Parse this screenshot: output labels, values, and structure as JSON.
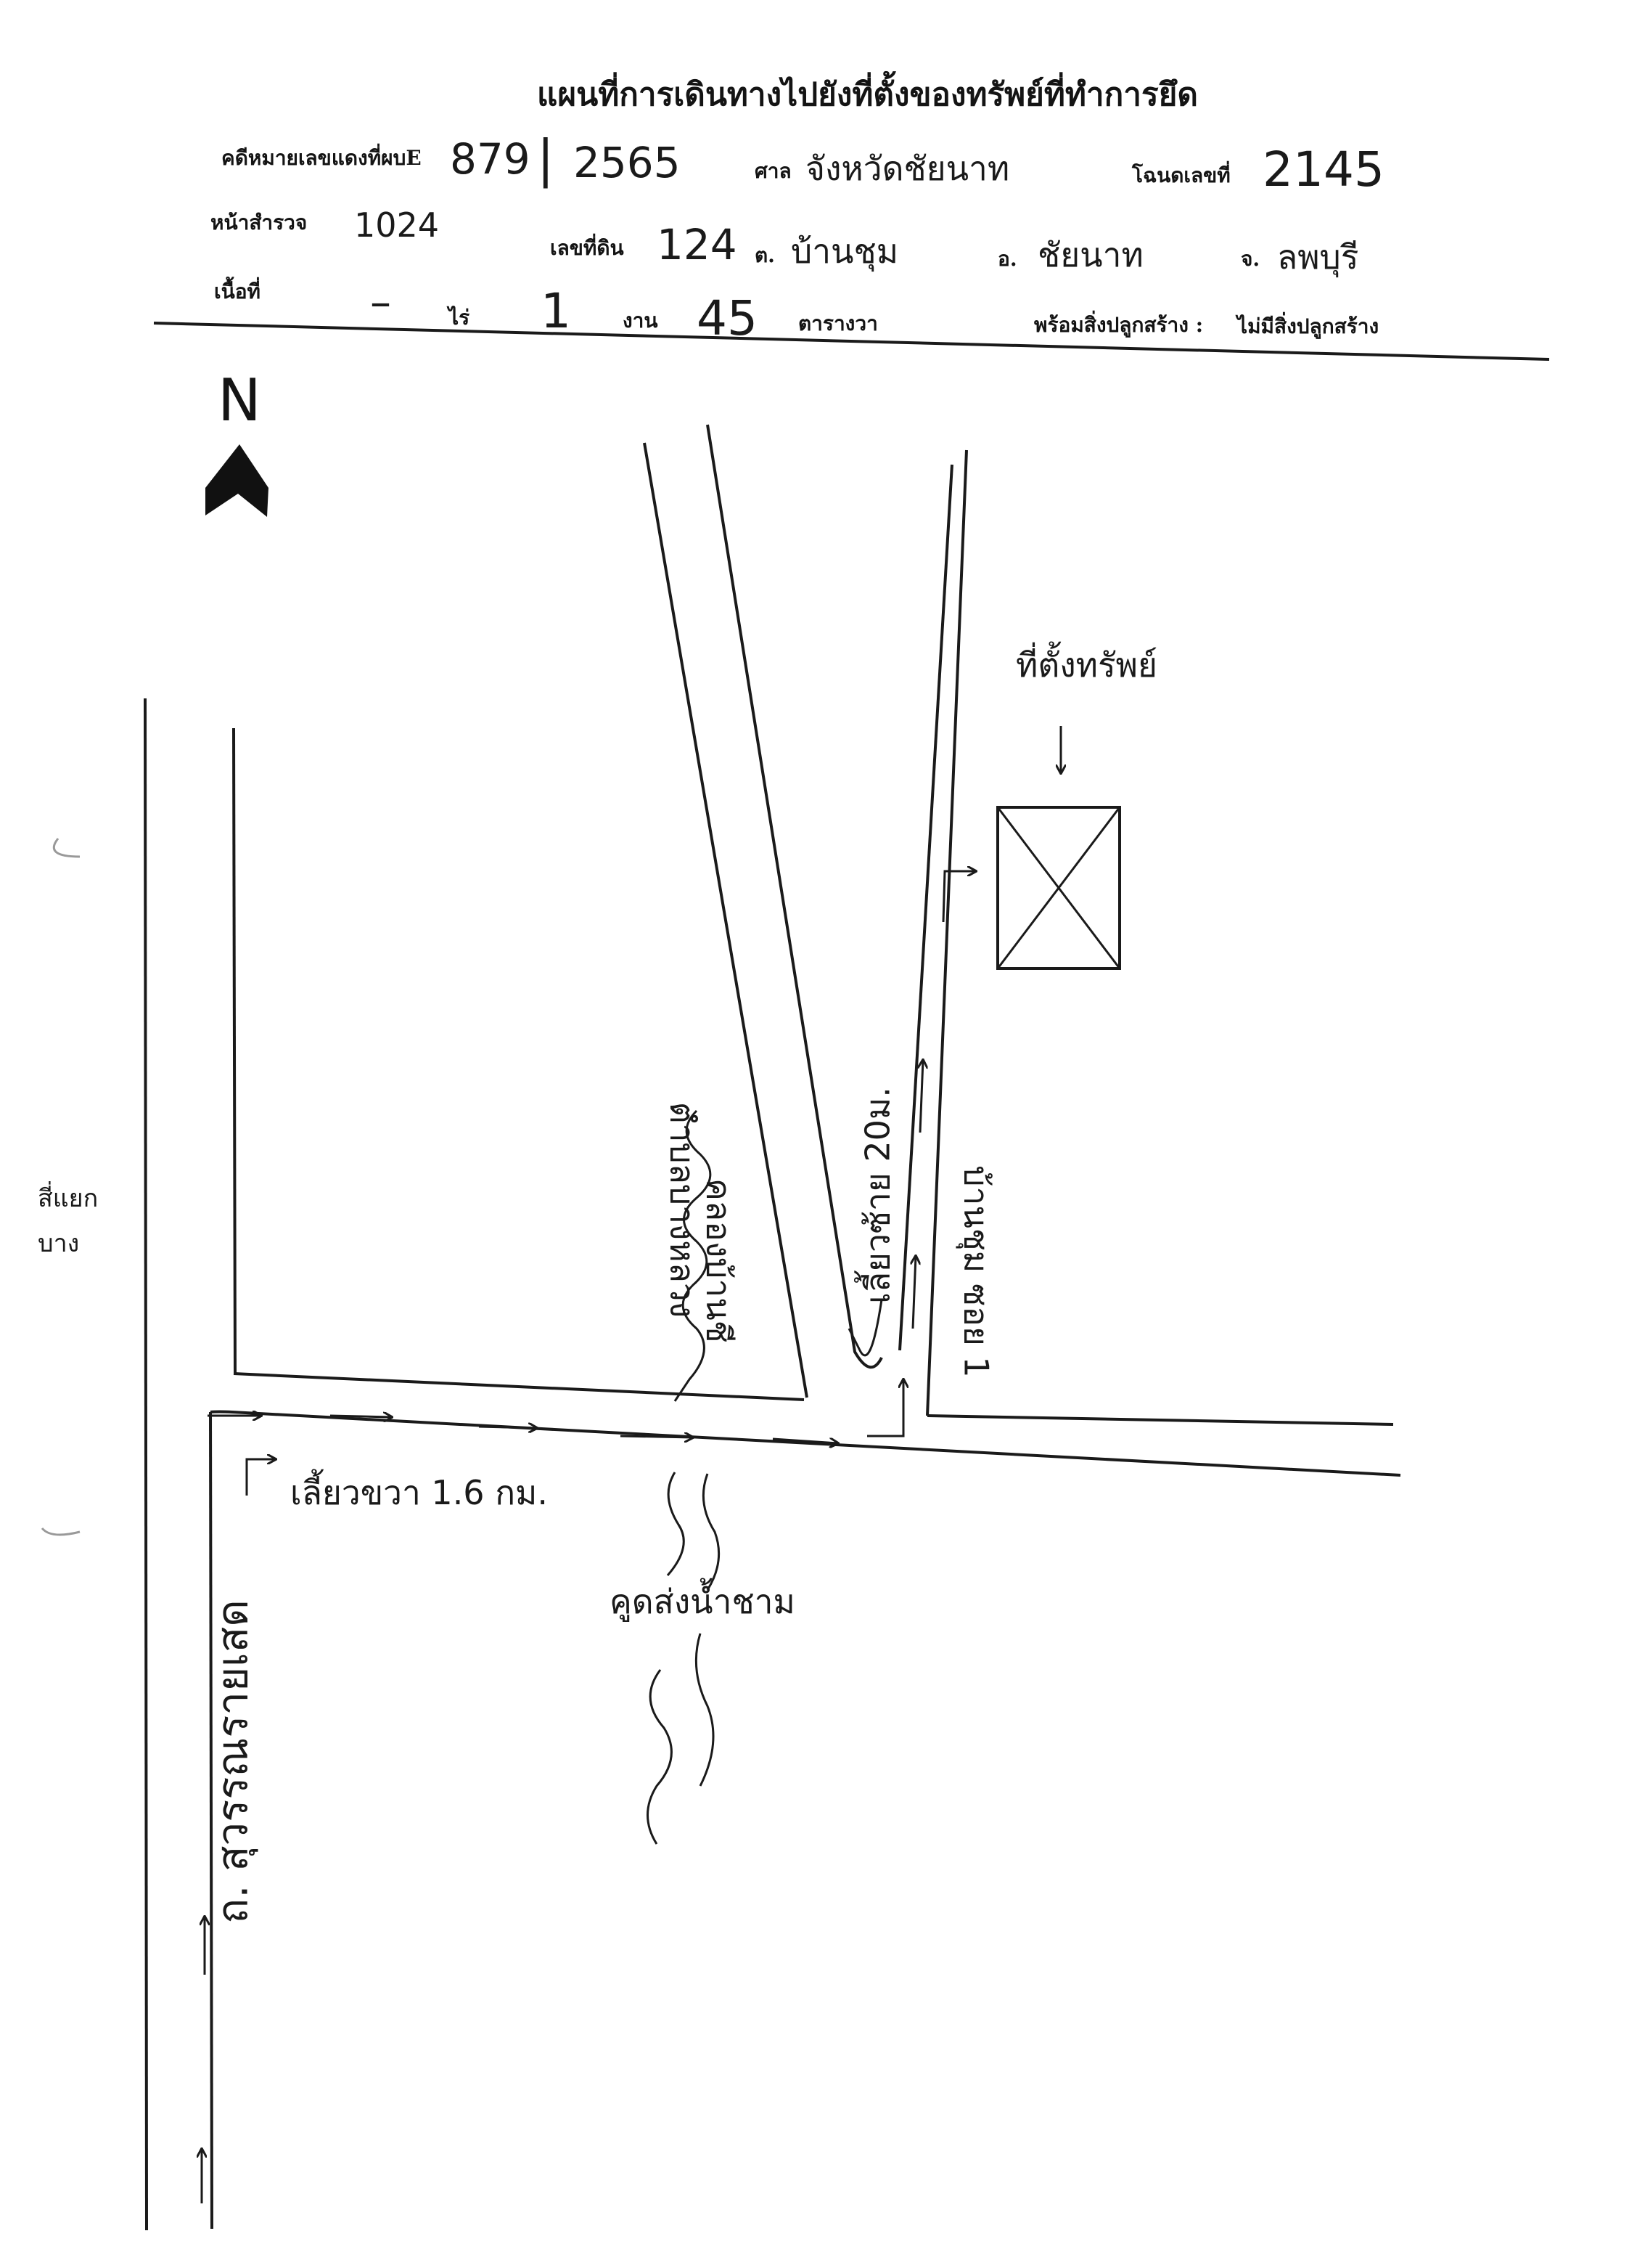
{
  "header": {
    "title": "แผนที่การเดินทางไปยังที่ตั้งของทรัพย์ที่ทำการยึด",
    "case_label": "คดีหมายเลขแดงที่ผบE",
    "case_no": "879",
    "case_year": "2565",
    "court_label": "ศาล",
    "court_value": "จังหวัดชัยนาท",
    "deed_label": "โฉนดเลขที่",
    "deed_value": "2145",
    "survey_label": "หน้าสำรวจ",
    "survey_value": "1024",
    "land_no_label": "เลขที่ดิน",
    "land_no_value": "124",
    "subdistrict_label": "ต.",
    "subdistrict_value": "บ้านชุม",
    "district_label": "อ.",
    "district_value": "ชัยนาท",
    "province_label": "จ.",
    "province_value": "ลพบุรี",
    "area_label": "เนื้อที่",
    "rai_value": "–",
    "rai_label": "ไร่",
    "ngan_value": "1",
    "ngan_label": "งาน",
    "wa_value": "45",
    "wa_label": "ตารางวา",
    "building_label": "พร้อมสิ่งปลูกสร้าง :",
    "building_value": "ไม่มีสิ่งปลูกสร้าง"
  },
  "map": {
    "north": "N",
    "property_label": "ที่ตั้งทรัพย์",
    "main_road": "ถ. สุวรรณรายเสด",
    "junction": "สี่แยก\nบาง",
    "turn_right": "เลี้ยวขวา 1.6 กม.",
    "canal": "คลองบ้านชี",
    "canal_note": "ตำบลบางหลวง",
    "turn_left": "เลี้ยวซ้าย 20ม.",
    "soi": "บ้านชุม ซอย 1",
    "ditch": "คูดส่งน้ำชาม"
  }
}
